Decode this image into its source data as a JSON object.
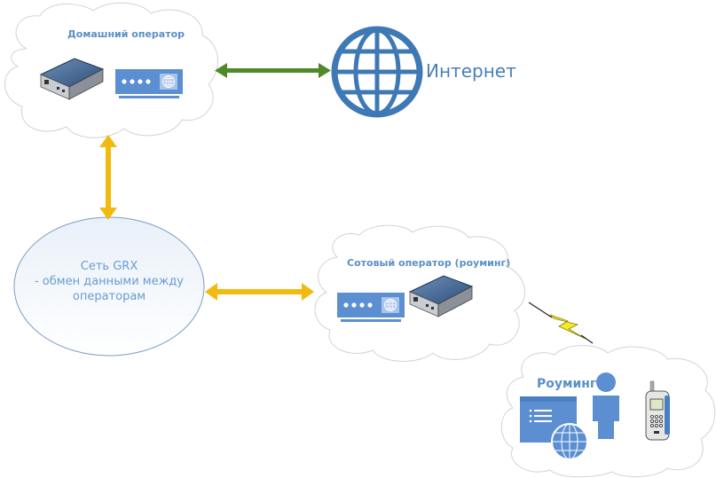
{
  "home_operator": {
    "title": "Домашний оператор"
  },
  "internet": {
    "label": "Интернет"
  },
  "grx": {
    "line1": "Сеть GRX",
    "line2": "- обмен данными между",
    "line3": "операторам"
  },
  "roaming_operator": {
    "title": "Сотовый оператор (роуминг)"
  },
  "roaming": {
    "title": "Роуминг"
  },
  "colors": {
    "accent_blue": "#5b8fc7",
    "globe_blue": "#3f79b5",
    "arrow_green": "#4f8a2a",
    "arrow_yellow": "#f2b90f",
    "cloud_stroke": "#d0d0d0",
    "ellipse_stroke": "#7a9cc4"
  }
}
